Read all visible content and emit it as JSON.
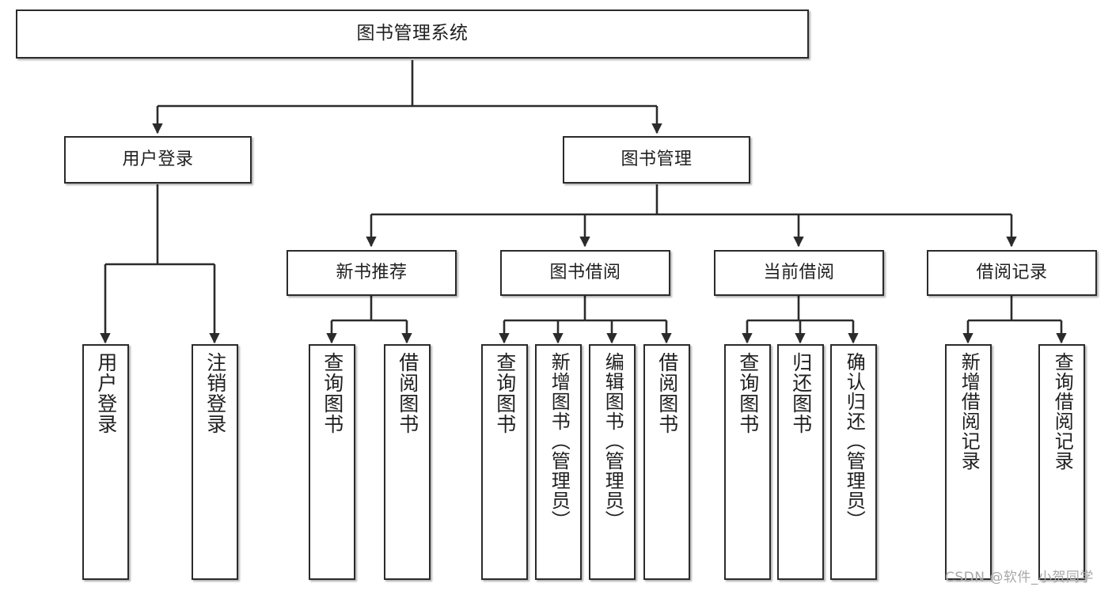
{
  "diagram": {
    "title": "图书管理系统",
    "type": "tree",
    "orientation": "top-down",
    "colors": {
      "box_border": "#2b2b2b",
      "box_fill": "#ffffff",
      "edge": "#2b2b2b",
      "background": "#ffffff",
      "watermark": "#a8a8a8"
    },
    "nodes": {
      "root": {
        "label": "图书管理系统"
      },
      "level2": [
        {
          "id": "user-login",
          "label": "用户登录"
        },
        {
          "id": "book-manage",
          "label": "图书管理"
        }
      ],
      "level3": [
        {
          "id": "new-book-rec",
          "label": "新书推荐"
        },
        {
          "id": "book-borrow",
          "label": "图书借阅"
        },
        {
          "id": "current-borrow",
          "label": "当前借阅"
        },
        {
          "id": "borrow-record",
          "label": "借阅记录"
        }
      ],
      "leaves": {
        "user_login": [
          {
            "id": "leaf-user-login",
            "label": "用户登录"
          },
          {
            "id": "leaf-logout",
            "label": "注销登录"
          }
        ],
        "new_book_rec": [
          {
            "id": "leaf-query-book-1",
            "label": "查询图书"
          },
          {
            "id": "leaf-borrow-book-1",
            "label": "借阅图书"
          }
        ],
        "book_borrow": [
          {
            "id": "leaf-query-book-2",
            "label": "查询图书"
          },
          {
            "id": "leaf-add-book",
            "label": "新增图书（管理员）"
          },
          {
            "id": "leaf-edit-book",
            "label": "编辑图书（管理员）"
          },
          {
            "id": "leaf-borrow-book-2",
            "label": "借阅图书"
          }
        ],
        "current_borrow": [
          {
            "id": "leaf-query-book-3",
            "label": "查询图书"
          },
          {
            "id": "leaf-return-book",
            "label": "归还图书"
          },
          {
            "id": "leaf-confirm-return",
            "label": "确认归还（管理员）"
          }
        ],
        "borrow_record": [
          {
            "id": "leaf-add-record",
            "label": "新增借阅记录"
          },
          {
            "id": "leaf-query-record",
            "label": "查询借阅记录"
          }
        ]
      }
    },
    "watermark": "CSDN @软件_小贺同学"
  }
}
